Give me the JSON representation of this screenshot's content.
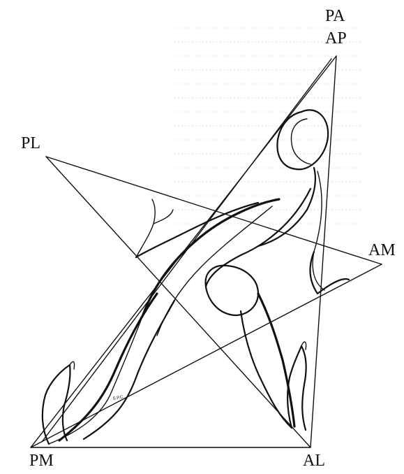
{
  "labels": {
    "pa": "PA",
    "ap": "AP",
    "pl": "PL",
    "am": "AM",
    "pm": "PM",
    "al": "AL"
  },
  "signature_text": "S.P.C.",
  "colors": {
    "ink": "#111111",
    "paper": "#ffffff"
  }
}
